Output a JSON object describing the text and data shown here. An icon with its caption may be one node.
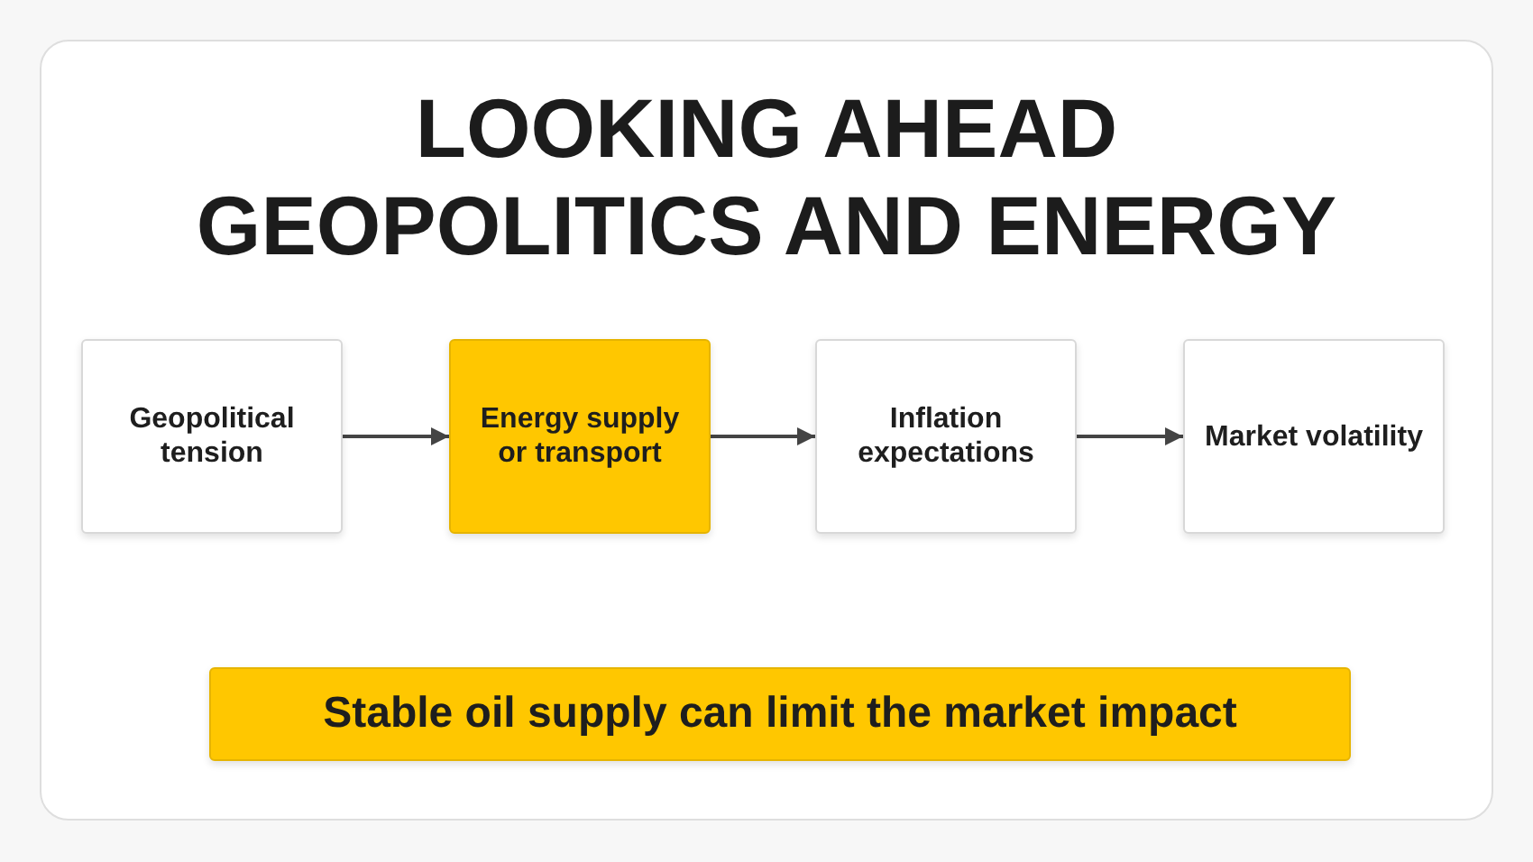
{
  "diagram": {
    "title": "LOOKING AHEAD GEOPOLITICS AND ENERGY",
    "nodes": [
      {
        "text": [
          "Geopolitical tension"
        ]
      },
      {
        "text": [
          "Energy supply or transport"
        ]
      },
      {
        "text": [
          "Inflation expectations"
        ]
      },
      {
        "text": [
          "Market volatility"
        ]
      },
      {
        "text": [
          "Stable oil supply can limit the market impact"
        ]
      }
    ],
    "edges": [
      {
        "from": 0,
        "to": 1,
        "arrow": "to"
      },
      {
        "from": 1,
        "to": 2,
        "arrow": "to"
      },
      {
        "from": 2,
        "to": 3,
        "arrow": "to"
      }
    ]
  }
}
